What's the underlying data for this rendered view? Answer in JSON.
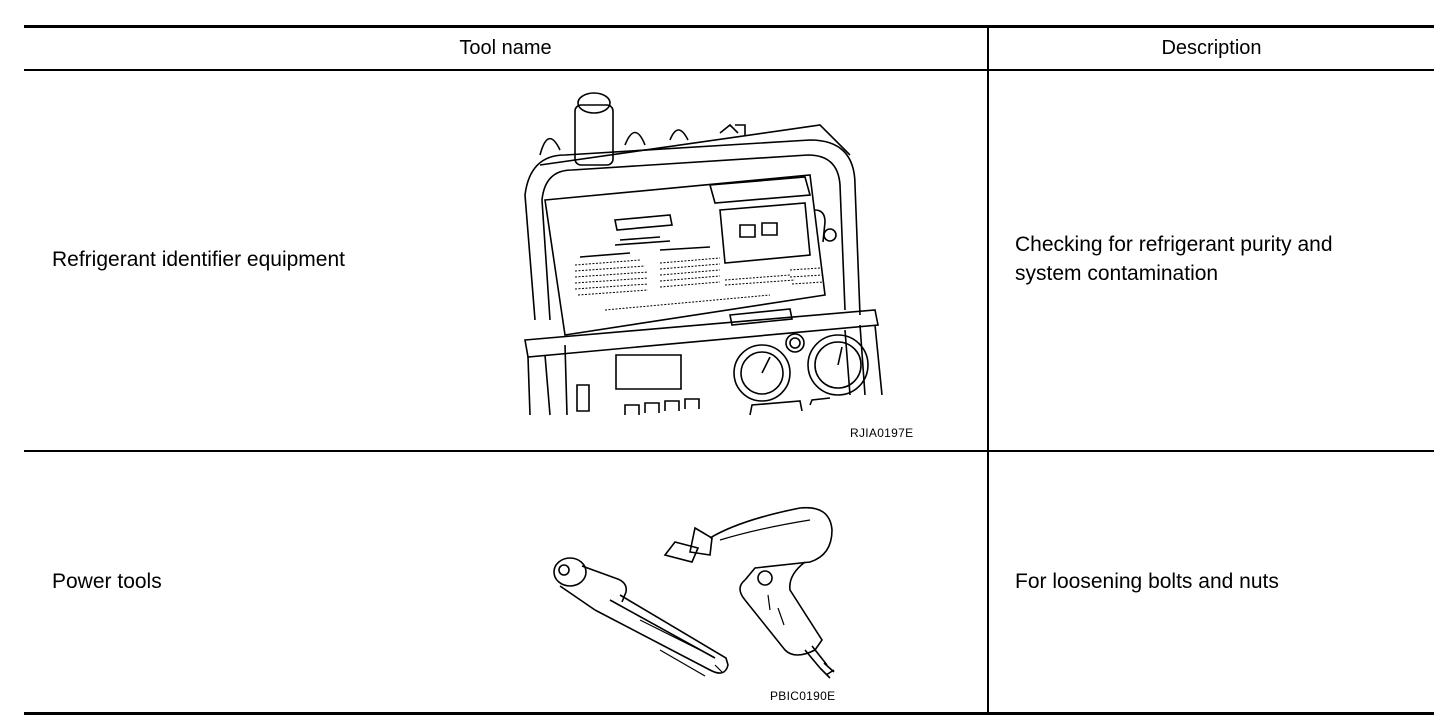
{
  "table": {
    "headers": {
      "tool_name": "Tool name",
      "description": "Description"
    },
    "rows": [
      {
        "tool_name": "Refrigerant identifier equipment",
        "description": "Checking for refrigerant purity and system contamination",
        "figure_code": "RJIA0197E",
        "figure_icon": "refrigerant-identifier-illustration"
      },
      {
        "tool_name": "Power tools",
        "description": "For loosening bolts and nuts",
        "figure_code": "PBIC0190E",
        "figure_icon": "power-tools-illustration"
      }
    ]
  }
}
